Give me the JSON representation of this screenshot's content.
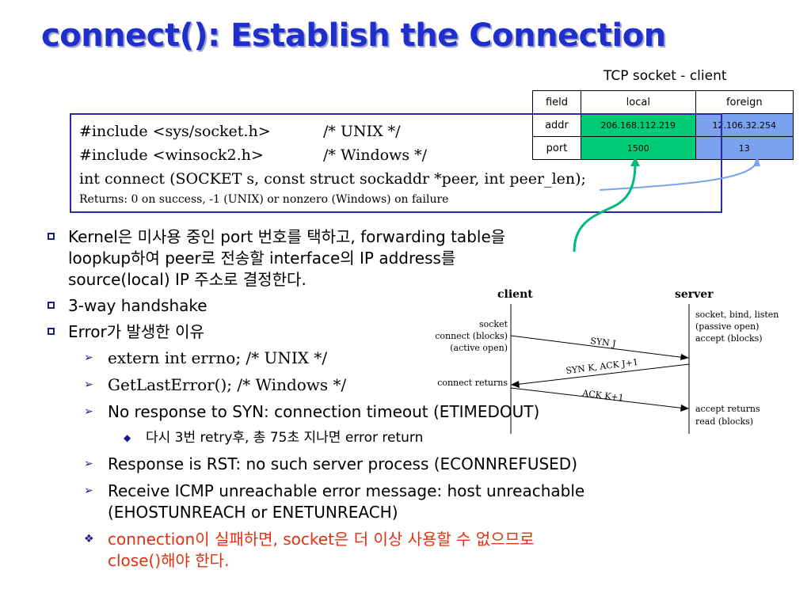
{
  "title": "connect(): Establish the Connection",
  "tcp_socket": {
    "caption": "TCP socket - client",
    "headers": [
      "field",
      "local",
      "foreign"
    ],
    "rows": [
      {
        "field": "addr",
        "local": "206.168.112.219",
        "foreign": "12.106.32.254"
      },
      {
        "field": "port",
        "local": "1500",
        "foreign": "13"
      }
    ],
    "colors": {
      "local": "#00cc77",
      "foreign": "#7aa2ee"
    }
  },
  "code": {
    "line1_code": "#include <sys/socket.h>",
    "line1_comment": "/* UNIX */",
    "line2_code": "#include <winsock2.h>",
    "line2_comment": "/* Windows */",
    "line3": "int connect (SOCKET s, const struct sockaddr *peer, int peer_len);",
    "returns": "Returns: 0 on success, -1 (UNIX) or nonzero (Windows) on failure"
  },
  "bullets": {
    "kernel_line1": "Kernel은 미사용 중인 port 번호를 택하고, forwarding table을",
    "kernel_line2": "loopkup하여 peer로 전송할 interface의 IP address를",
    "kernel_line3": "source(local) IP 주소로 결정한다.",
    "handshake": "3-way handshake",
    "error": "Error가 발생한 이유",
    "errno": "extern int errno; /* UNIX */",
    "getlasterror": "GetLastError(); /* Windows */",
    "no_response": "No response to SYN: connection timeout (ETIMEDOUT)",
    "retry": "다시 3번 retry후, 총 75초 지나면 error return",
    "rst": "Response is RST: no such server process (ECONNREFUSED)",
    "icmp_line1": "Receive ICMP unreachable error message: host unreachable",
    "icmp_line2": "(EHOSTUNREACH or ENETUNREACH)",
    "fail_line1": "connection이 실패하면, socket은 더 이상 사용할 수 없으므로",
    "fail_line2": "close()해야 한다."
  },
  "handshake_diagram": {
    "client_label": "client",
    "server_label": "server",
    "client_socket": "socket",
    "client_connect": "connect (blocks)",
    "client_active": "(active open)",
    "client_returns": "connect returns",
    "server_calls": "socket, bind, listen",
    "server_passive": "(passive open)",
    "server_accept": "accept (blocks)",
    "server_accept_returns": "accept returns",
    "server_read": "read (blocks)",
    "msg_syn": "SYN J",
    "msg_synack": "SYN K, ACK J+1",
    "msg_ack": "ACK K+1"
  }
}
